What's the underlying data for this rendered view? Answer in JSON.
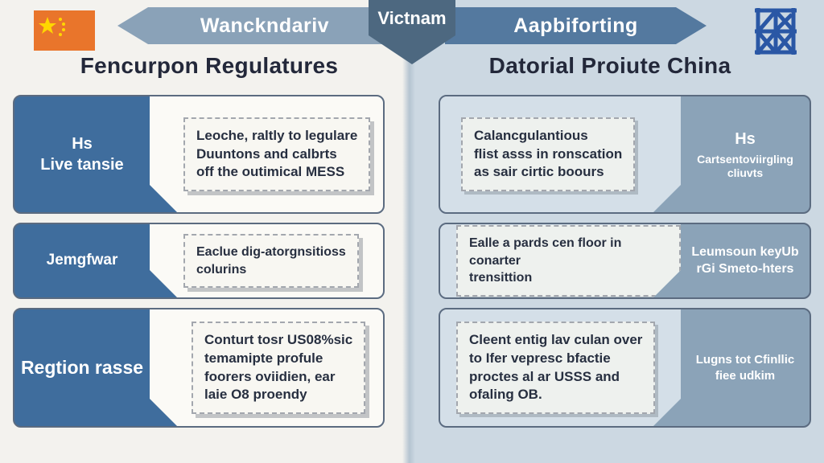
{
  "banner": {
    "left_label": "Wanckndariv",
    "center_label": "Victnam",
    "right_label": "Aapbiforting"
  },
  "icons": {
    "flag": "china-flag",
    "structure": "building-truss"
  },
  "colors": {
    "left_panel_bg": "#f3f2ee",
    "right_panel_bg": "#ccd8e2",
    "banner_left": "#8aa2b8",
    "banner_right": "#54799f",
    "badge": "#4d6880",
    "left_label_bg": "#3f6d9d",
    "right_label_bg": "#8ba3b8",
    "flag_orange": "#e9752b",
    "flag_star_yellow": "#ffd700",
    "structure_blue": "#2a57a5"
  },
  "columns": {
    "left": {
      "title": "Fencurpon Regulatures",
      "rows": [
        {
          "label": "Hs\nLive tansie",
          "text": "Leoche, raltly to legulare\nDuuntons and calbrts\noff the outimical MESS"
        },
        {
          "label": "Jemgfwar",
          "text": "Eaclue dig-atorgnsitioss\ncolurins"
        },
        {
          "label": "Regtion rasse",
          "text": "Conturt tosr US08%sic\ntemamipte profule\nfoorers oviidien, ear\nlaie O8 proendy"
        }
      ]
    },
    "right": {
      "title": "Datorial Proiute China",
      "rows": [
        {
          "label_top": "Hs",
          "label_sub": "Cartsentoviirgling cliuvts",
          "text": "Calancgulantious\nflist asss in ronscation\nas sair cirtic boours"
        },
        {
          "label": "Leumsoun keyUb\nrGi Smeto-hters",
          "text": "Ealle a pards cen floor in conarter\ntrensittion"
        },
        {
          "label": "Lugns tot Cfinllic\nfiee udkim",
          "text": "Cleent entig lav culan over\nto Ifer vepresc bfactie\nproctes al ar USSS and\nofaling OB."
        }
      ]
    }
  }
}
